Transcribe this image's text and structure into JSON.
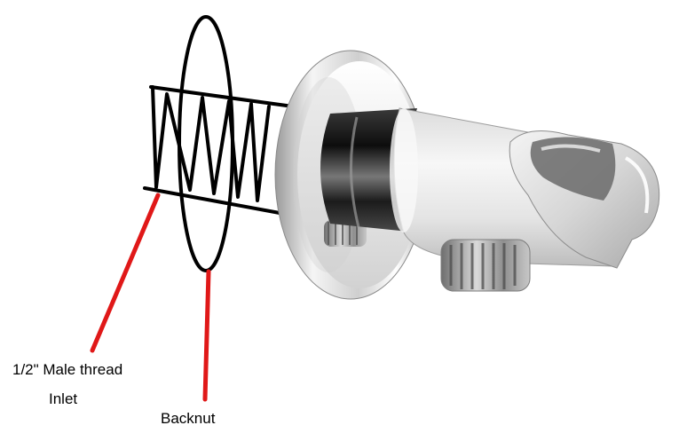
{
  "labels": {
    "thread_line1": "1/2\" Male thread",
    "thread_line2": "Inlet",
    "backnut": "Backnut"
  },
  "colors": {
    "pointer": "#e01818",
    "sketch": "#000000",
    "chrome_dark": "#1a1a1a",
    "chrome_light": "#f2f2f2"
  }
}
